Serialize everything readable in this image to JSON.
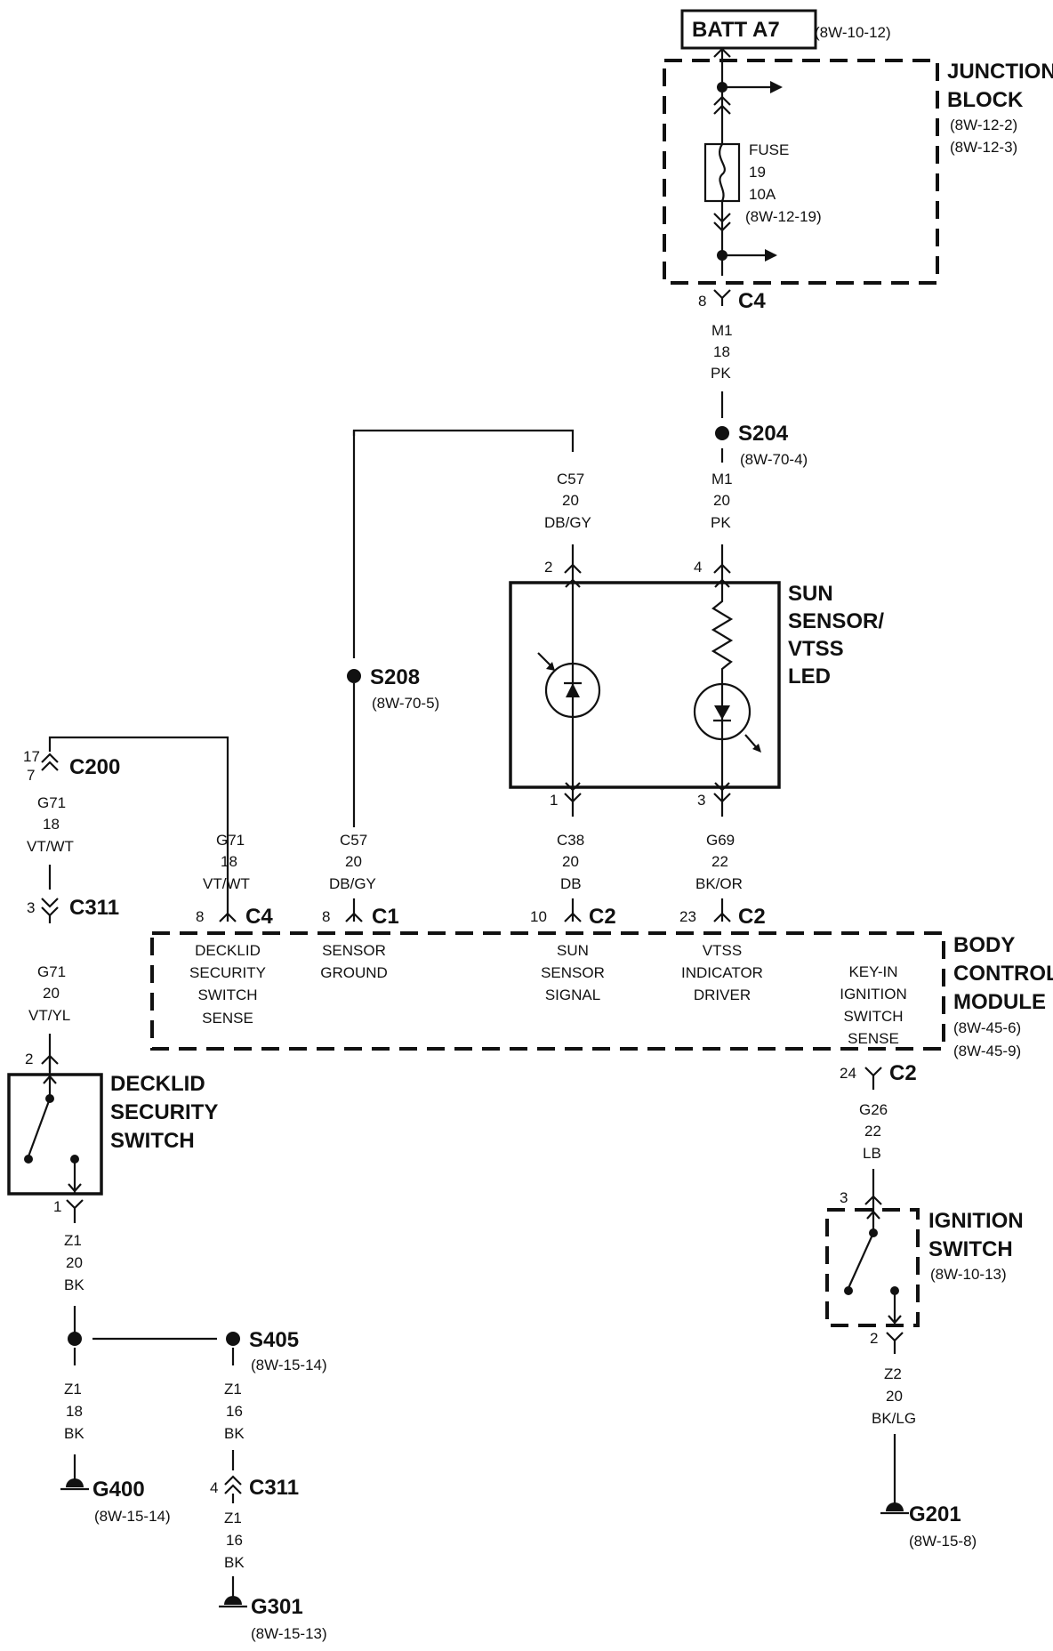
{
  "battery": {
    "name": "BATT A7",
    "ref": "(8W-10-12)"
  },
  "junction_block": {
    "title1": "JUNCTION",
    "title2": "BLOCK",
    "ref1": "(8W-12-2)",
    "ref2": "(8W-12-3)"
  },
  "fuse": {
    "l1": "FUSE",
    "l2": "19",
    "l3": "10A",
    "l4": "(8W-12-19)"
  },
  "c4_top": {
    "pin": "8",
    "name": "C4"
  },
  "wire_m1_a": {
    "a": "M1",
    "b": "18",
    "c": "PK"
  },
  "s204": {
    "name": "S204",
    "ref": "(8W-70-4)"
  },
  "wire_m1_b": {
    "a": "M1",
    "b": "20",
    "c": "PK"
  },
  "wire_c57_top": {
    "a": "C57",
    "b": "20",
    "c": "DB/GY"
  },
  "sun_sensor": {
    "l1": "SUN",
    "l2": "SENSOR/",
    "l3": "VTSS",
    "l4": "LED",
    "pin2": "2",
    "pin4": "4",
    "pin1": "1",
    "pin3": "3"
  },
  "s208": {
    "name": "S208",
    "ref": "(8W-70-5)"
  },
  "c200": {
    "pin_a": "17",
    "pin_b": "7",
    "name": "C200"
  },
  "wire_g71_a": {
    "a": "G71",
    "b": "18",
    "c": "VT/WT"
  },
  "c311_a": {
    "pin": "3",
    "name": "C311"
  },
  "wire_g71_b": {
    "a": "G71",
    "b": "20",
    "c": "VT/YL"
  },
  "wire_g71_c": {
    "a": "G71",
    "b": "18",
    "c": "VT/WT"
  },
  "wire_c57_b": {
    "a": "C57",
    "b": "20",
    "c": "DB/GY"
  },
  "wire_c38": {
    "a": "C38",
    "b": "20",
    "c": "DB"
  },
  "wire_g69": {
    "a": "G69",
    "b": "22",
    "c": "BK/OR"
  },
  "bcm_c4": {
    "pin": "8",
    "name": "C4",
    "l1": "DECKLID",
    "l2": "SECURITY",
    "l3": "SWITCH",
    "l4": "SENSE"
  },
  "bcm_c1": {
    "pin": "8",
    "name": "C1",
    "l1": "SENSOR",
    "l2": "GROUND"
  },
  "bcm_c2_sun": {
    "pin": "10",
    "name": "C2",
    "l1": "SUN",
    "l2": "SENSOR",
    "l3": "SIGNAL"
  },
  "bcm_c2_vtss": {
    "pin": "23",
    "name": "C2",
    "l1": "VTSS",
    "l2": "INDICATOR",
    "l3": "DRIVER"
  },
  "bcm_keyin": {
    "l1": "KEY-IN",
    "l2": "IGNITION",
    "l3": "SWITCH",
    "l4": "SENSE",
    "pin": "24",
    "name": "C2"
  },
  "bcm": {
    "l1": "BODY",
    "l2": "CONTROL",
    "l3": "MODULE",
    "ref1": "(8W-45-6)",
    "ref2": "(8W-45-9)"
  },
  "decklid": {
    "pin_top": "2",
    "pin_bot": "1",
    "l1": "DECKLID",
    "l2": "SECURITY",
    "l3": "SWITCH"
  },
  "wire_z1_a": {
    "a": "Z1",
    "b": "20",
    "c": "BK"
  },
  "wire_z1_b": {
    "a": "Z1",
    "b": "18",
    "c": "BK"
  },
  "g400": {
    "name": "G400",
    "ref": "(8W-15-14)"
  },
  "s405": {
    "name": "S405",
    "ref": "(8W-15-14)"
  },
  "wire_z1_c": {
    "a": "Z1",
    "b": "16",
    "c": "BK"
  },
  "c311_b": {
    "pin": "4",
    "name": "C311"
  },
  "wire_z1_d": {
    "a": "Z1",
    "b": "16",
    "c": "BK"
  },
  "g301": {
    "name": "G301",
    "ref": "(8W-15-13)"
  },
  "wire_g26": {
    "a": "G26",
    "b": "22",
    "c": "LB"
  },
  "ignition": {
    "pin_top": "3",
    "pin_bot": "2",
    "l1": "IGNITION",
    "l2": "SWITCH",
    "ref": "(8W-10-13)"
  },
  "wire_z2": {
    "a": "Z2",
    "b": "20",
    "c": "BK/LG"
  },
  "g201": {
    "name": "G201",
    "ref": "(8W-15-8)"
  }
}
